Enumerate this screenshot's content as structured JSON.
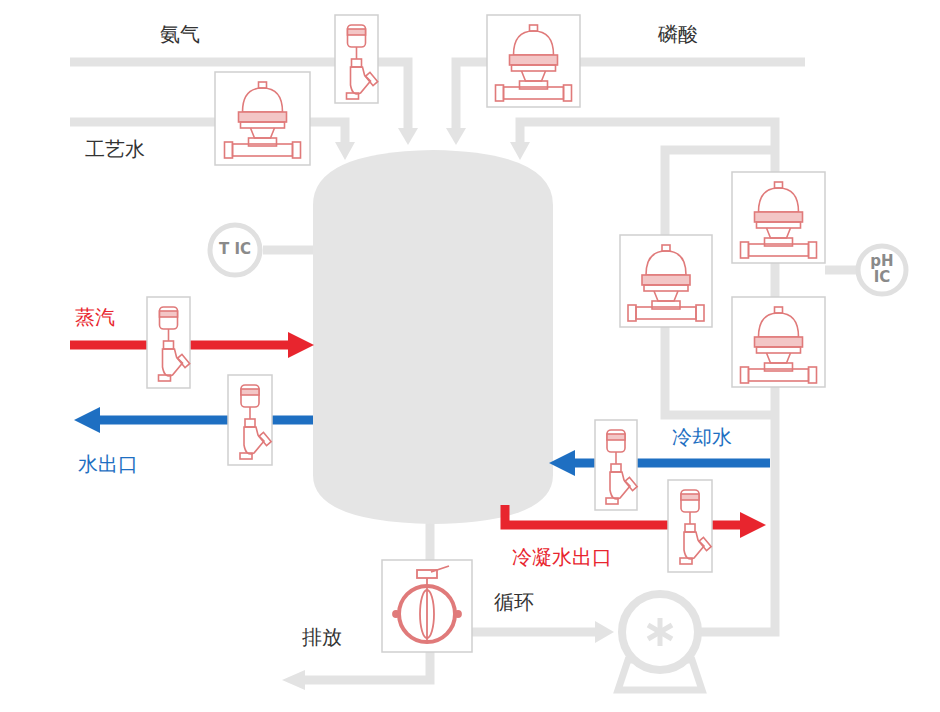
{
  "diagram": {
    "nodes": [
      {
        "text": [
          "T IC"
        ]
      },
      {
        "text": [
          "pH IC"
        ]
      }
    ],
    "labels": [
      "氨气",
      "工艺水",
      "磷酸",
      "蒸汽",
      "水出口",
      "冷却水",
      "冷凝水出口",
      "循环",
      "排放"
    ]
  }
}
